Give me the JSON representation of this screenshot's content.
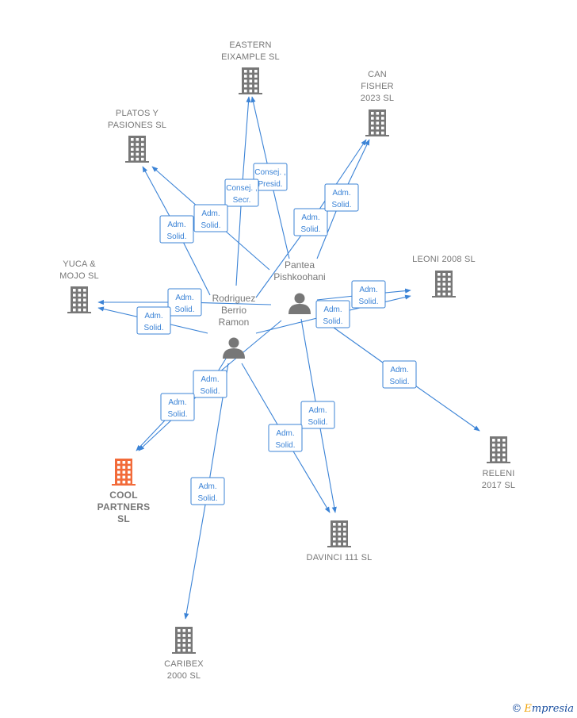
{
  "people": [
    {
      "id": "pantea",
      "name_lines": [
        "Pantea",
        "Pishkoohani"
      ]
    },
    {
      "id": "rodriguez",
      "name_lines": [
        "Rodriguez",
        "Berrio",
        "Ramon"
      ]
    }
  ],
  "companies": [
    {
      "id": "eastern",
      "name_lines": [
        "EASTERN",
        "EIXAMPLE  SL"
      ],
      "color": "#777777",
      "focus": false
    },
    {
      "id": "canfisher",
      "name_lines": [
        "CAN",
        "FISHER",
        "2023  SL"
      ],
      "color": "#777777",
      "focus": false
    },
    {
      "id": "platos",
      "name_lines": [
        "PLATOS Y",
        "PASIONES  SL"
      ],
      "color": "#777777",
      "focus": false
    },
    {
      "id": "yuca",
      "name_lines": [
        "YUCA &",
        "MOJO  SL"
      ],
      "color": "#777777",
      "focus": false
    },
    {
      "id": "leoni",
      "name_lines": [
        "LEONI 2008 SL"
      ],
      "color": "#777777",
      "focus": false
    },
    {
      "id": "releni",
      "name_lines": [
        "RELENI",
        "2017  SL"
      ],
      "color": "#777777",
      "focus": false
    },
    {
      "id": "cool",
      "name_lines": [
        "COOL",
        "PARTNERS",
        "SL"
      ],
      "color": "#f26b3a",
      "focus": true
    },
    {
      "id": "davinci",
      "name_lines": [
        "DAVINCI 111 SL"
      ],
      "color": "#777777",
      "focus": false
    },
    {
      "id": "caribex",
      "name_lines": [
        "CARIBEX",
        "2000  SL"
      ],
      "color": "#777777",
      "focus": false
    }
  ],
  "roles": [
    {
      "id": "r1",
      "lines": [
        "Consej. ,",
        "Presid."
      ]
    },
    {
      "id": "r2",
      "lines": [
        "Consej. ,",
        "Secr."
      ]
    },
    {
      "id": "r3",
      "lines": [
        "Adm.",
        "Solid."
      ]
    },
    {
      "id": "r4",
      "lines": [
        "Adm.",
        "Solid."
      ]
    },
    {
      "id": "r5",
      "lines": [
        "Adm.",
        "Solid."
      ]
    },
    {
      "id": "r6",
      "lines": [
        "Adm.",
        "Solid."
      ]
    },
    {
      "id": "r7",
      "lines": [
        "Adm.",
        "Solid."
      ]
    },
    {
      "id": "r8",
      "lines": [
        "Adm.",
        "Solid."
      ]
    },
    {
      "id": "r9",
      "lines": [
        "Adm.",
        "Solid."
      ]
    },
    {
      "id": "r10",
      "lines": [
        "Adm.",
        "Solid."
      ]
    },
    {
      "id": "r11",
      "lines": [
        "Adm.",
        "Solid."
      ]
    },
    {
      "id": "r12",
      "lines": [
        "Adm.",
        "Solid."
      ]
    },
    {
      "id": "r13",
      "lines": [
        "Adm.",
        "Solid."
      ]
    },
    {
      "id": "r14",
      "lines": [
        "Adm.",
        "Solid."
      ]
    },
    {
      "id": "r15",
      "lines": [
        "Adm.",
        "Solid."
      ]
    },
    {
      "id": "r16",
      "lines": [
        "Adm.",
        "Solid."
      ]
    },
    {
      "id": "r17",
      "lines": [
        "Adm.",
        "Solid."
      ]
    },
    {
      "id": "r18",
      "lines": [
        "Adm.",
        "Solid."
      ]
    }
  ],
  "edge_color": "#3b83d6",
  "icon_color": "#777777",
  "watermark": {
    "copyright": "©",
    "brand_first": "E",
    "brand_rest": "mpresia"
  }
}
